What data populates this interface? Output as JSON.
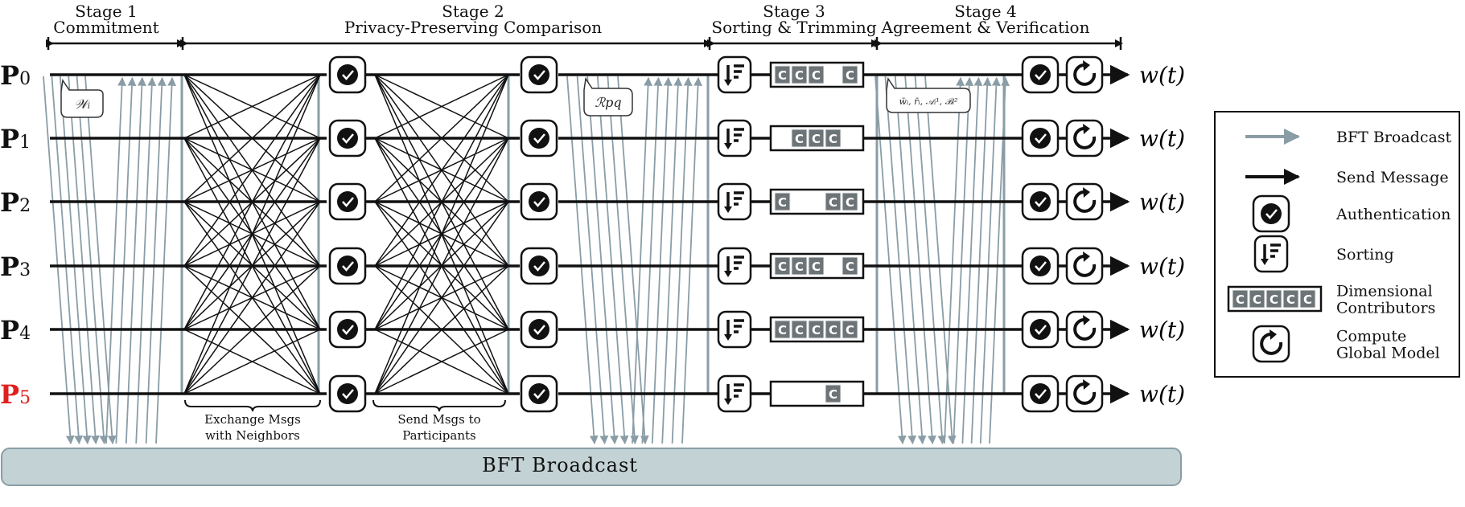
{
  "stages": [
    {
      "line1": "Stage 1",
      "line2": "Commitment"
    },
    {
      "line1": "Stage 2",
      "line2": "Privacy-Preserving Comparison"
    },
    {
      "line1": "Stage 3",
      "line2": "Sorting & Trimming"
    },
    {
      "line1": "Stage 4",
      "line2": "Agreement & Verification"
    }
  ],
  "participants": [
    {
      "letter": "P",
      "index": "0",
      "byzantine": false,
      "contributors": "CCC_C"
    },
    {
      "letter": "P",
      "index": "1",
      "byzantine": false,
      "contributors": "_CCC_"
    },
    {
      "letter": "P",
      "index": "2",
      "byzantine": false,
      "contributors": "C__CC"
    },
    {
      "letter": "P",
      "index": "3",
      "byzantine": false,
      "contributors": "CCC_C"
    },
    {
      "letter": "P",
      "index": "4",
      "byzantine": false,
      "contributors": "CCCCC"
    },
    {
      "letter": "P",
      "index": "5",
      "byzantine": true,
      "contributors": "___C_"
    }
  ],
  "output_label": "w(t)",
  "contributor_letter": "C",
  "bubbles": {
    "commitment": "𝒲ᵢ",
    "comparison": "ℛpq",
    "agreement": "w̄ᵢ, r̄ᵢ, 𝒜ᵢ¹, ℬᵢ²"
  },
  "annotations": {
    "exchange": [
      "Exchange Msgs",
      "with Neighbors"
    ],
    "send": [
      "Send Msgs to",
      "Participants"
    ]
  },
  "bft_bar_label": "BFT Broadcast",
  "legend": [
    {
      "icon": "gray-arrow-icon",
      "lines": [
        "BFT Broadcast"
      ]
    },
    {
      "icon": "black-arrow-icon",
      "lines": [
        "Send Message"
      ]
    },
    {
      "icon": "authentication-icon",
      "lines": [
        "Authentication"
      ]
    },
    {
      "icon": "sorting-icon",
      "lines": [
        "Sorting"
      ]
    },
    {
      "icon": "contributors-icon",
      "lines": [
        "Dimensional",
        "Contributors"
      ]
    },
    {
      "icon": "refresh-icon",
      "lines": [
        "Compute",
        "Global Model"
      ]
    }
  ],
  "colors": {
    "broadcast_gray": "#8a9da6",
    "bar_fill": "#c3d2d4",
    "byzantine_red": "#e02020",
    "cell_gray": "#6d7477"
  }
}
